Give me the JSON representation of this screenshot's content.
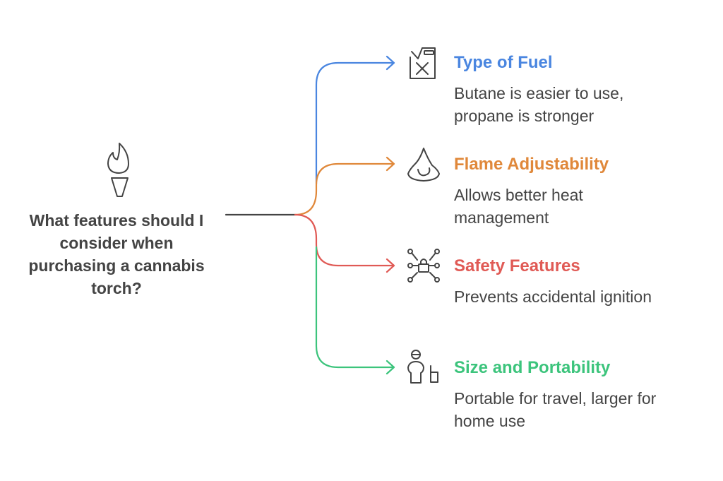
{
  "question": "What features should I consider when purchasing a cannabis torch?",
  "central_icon": "torch-icon",
  "branches": [
    {
      "title": "Type of Fuel",
      "desc": "Butane is easier to use, propane is stronger",
      "color": "#4a86e0",
      "icon": "fuel-can-icon"
    },
    {
      "title": "Flame Adjustability",
      "desc": "Allows better heat management",
      "color": "#e0883a",
      "icon": "flame-icon"
    },
    {
      "title": "Safety Features",
      "desc": "Prevents accidental ignition",
      "color": "#e05a55",
      "icon": "lock-network-icon"
    },
    {
      "title": "Size and Portability",
      "desc": "Portable for travel, larger for home use",
      "color": "#3cc47c",
      "icon": "person-luggage-icon"
    }
  ]
}
